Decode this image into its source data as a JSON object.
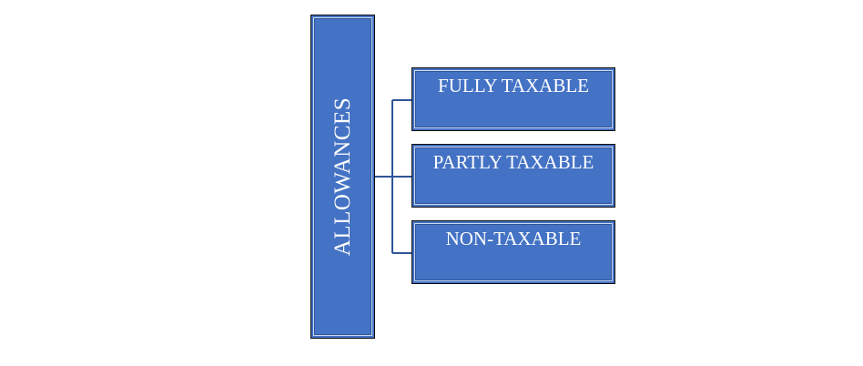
{
  "root": {
    "label": "ALLOWANCES"
  },
  "children": [
    {
      "label": "FULLY TAXABLE"
    },
    {
      "label": "PARTLY TAXABLE"
    },
    {
      "label": "NON-TAXABLE"
    }
  ],
  "colors": {
    "box_fill": "#4472c4",
    "box_highlight": "#c9d8f2",
    "connector": "#2f5597",
    "text": "#ffffff"
  }
}
